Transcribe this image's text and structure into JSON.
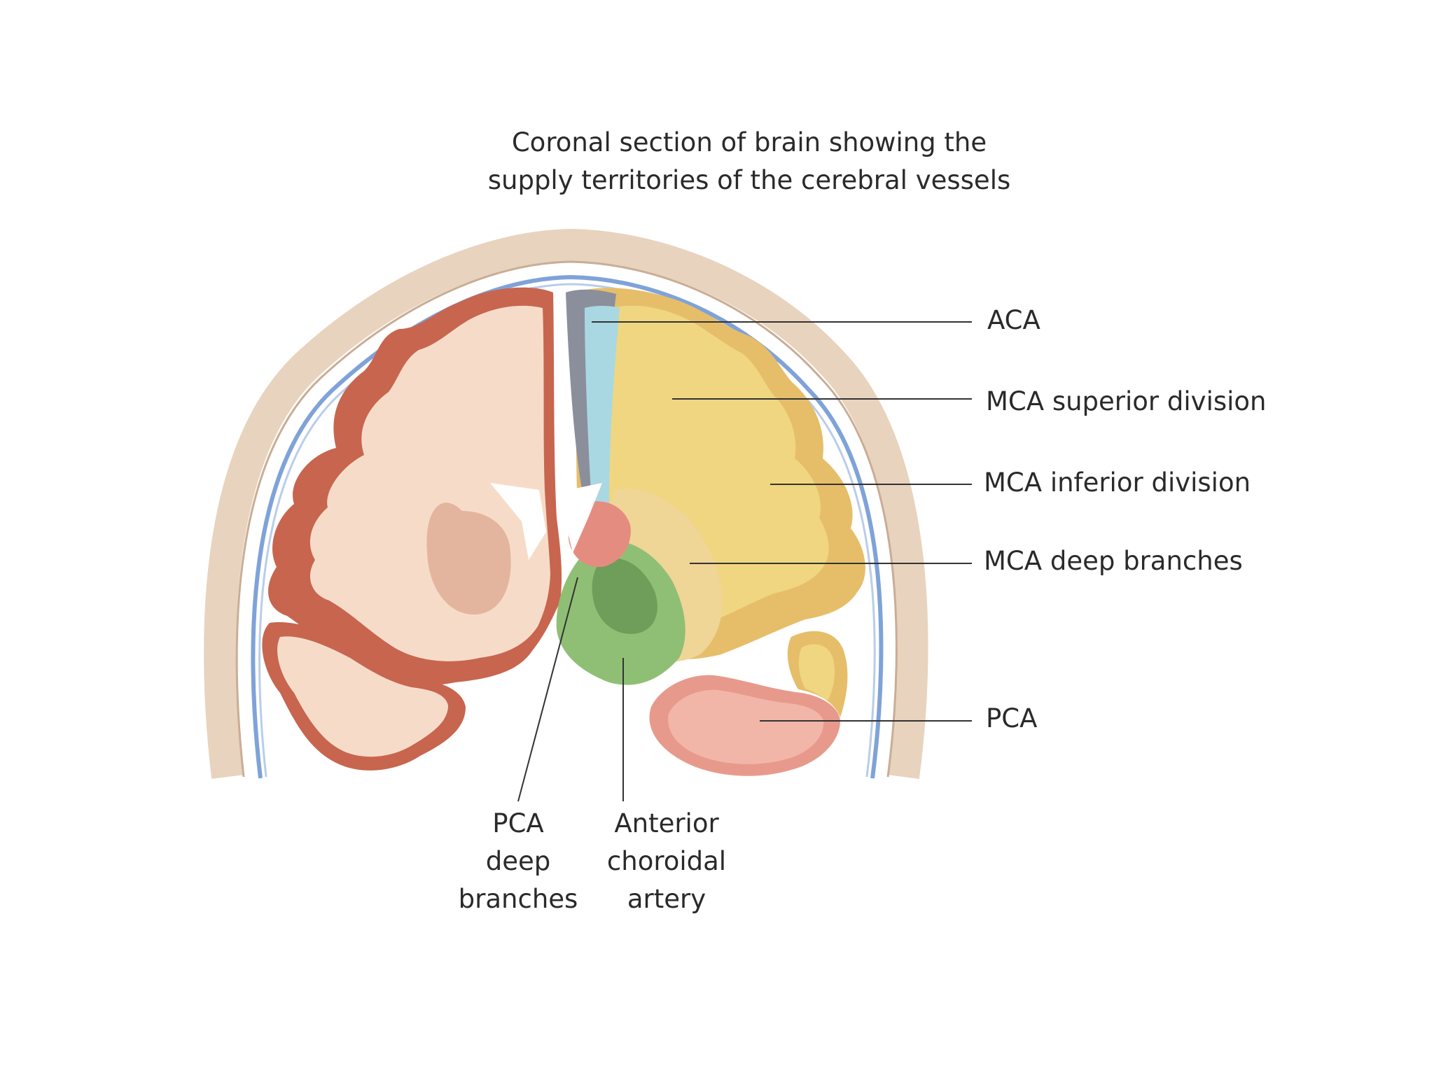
{
  "title": {
    "line1": "Coronal section of brain showing the",
    "line2": "supply territories of the cerebral vessels"
  },
  "labels": {
    "aca": "ACA",
    "mca_superior": "MCA superior division",
    "mca_inferior": "MCA inferior division",
    "mca_deep": "MCA deep branches",
    "pca": "PCA",
    "pca_deep": [
      "PCA",
      "deep",
      "branches"
    ],
    "anterior_choroidal": [
      "Anterior",
      "choroidal",
      "artery"
    ]
  },
  "colors": {
    "aca": "#a9d8e2",
    "mca_superior": "#f0d680",
    "mca_inferior": "#e6be6a",
    "mca_deep": "#efd596",
    "pca": "#e79a8c",
    "anterior_choroidal": "#8fbf74",
    "pca_deep": "#e58c80",
    "left_cortex": "#c8654f",
    "left_white_matter": "#f6dcc8",
    "skull": "#e9d5c0",
    "meninges": "#7fa3d8"
  }
}
